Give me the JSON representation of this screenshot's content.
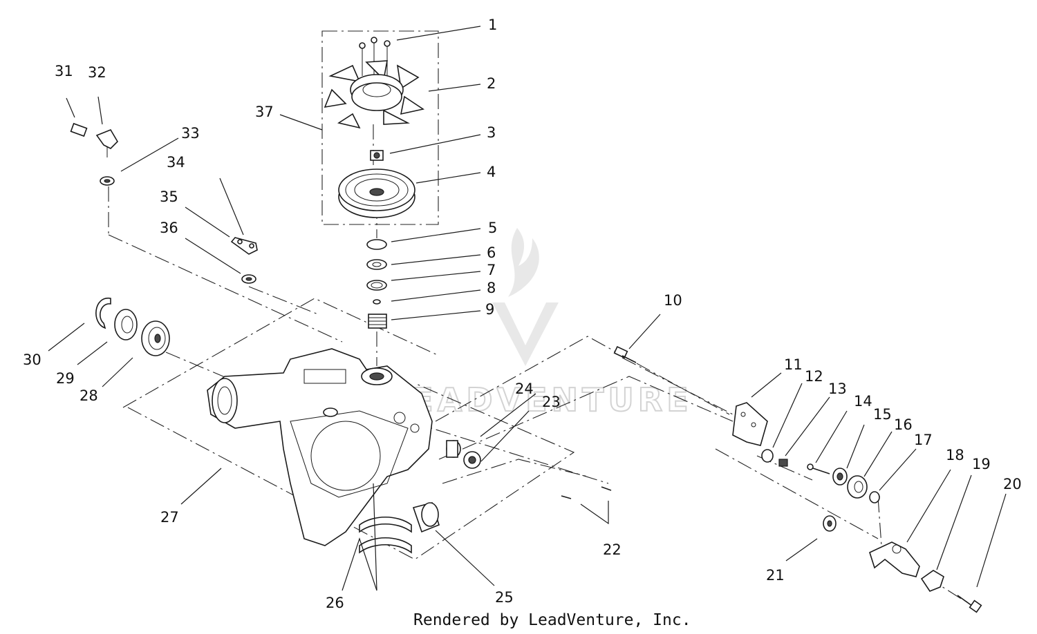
{
  "diagram": {
    "callouts": [
      "1",
      "2",
      "3",
      "4",
      "5",
      "6",
      "7",
      "8",
      "9",
      "10",
      "11",
      "12",
      "13",
      "14",
      "15",
      "16",
      "17",
      "18",
      "19",
      "20",
      "21",
      "22",
      "23",
      "24",
      "25",
      "26",
      "27",
      "28",
      "29",
      "30",
      "31",
      "32",
      "33",
      "34",
      "35",
      "36",
      "37"
    ],
    "footer": "Rendered by LeadVenture, Inc.",
    "watermark": "LEADVENTURE"
  }
}
